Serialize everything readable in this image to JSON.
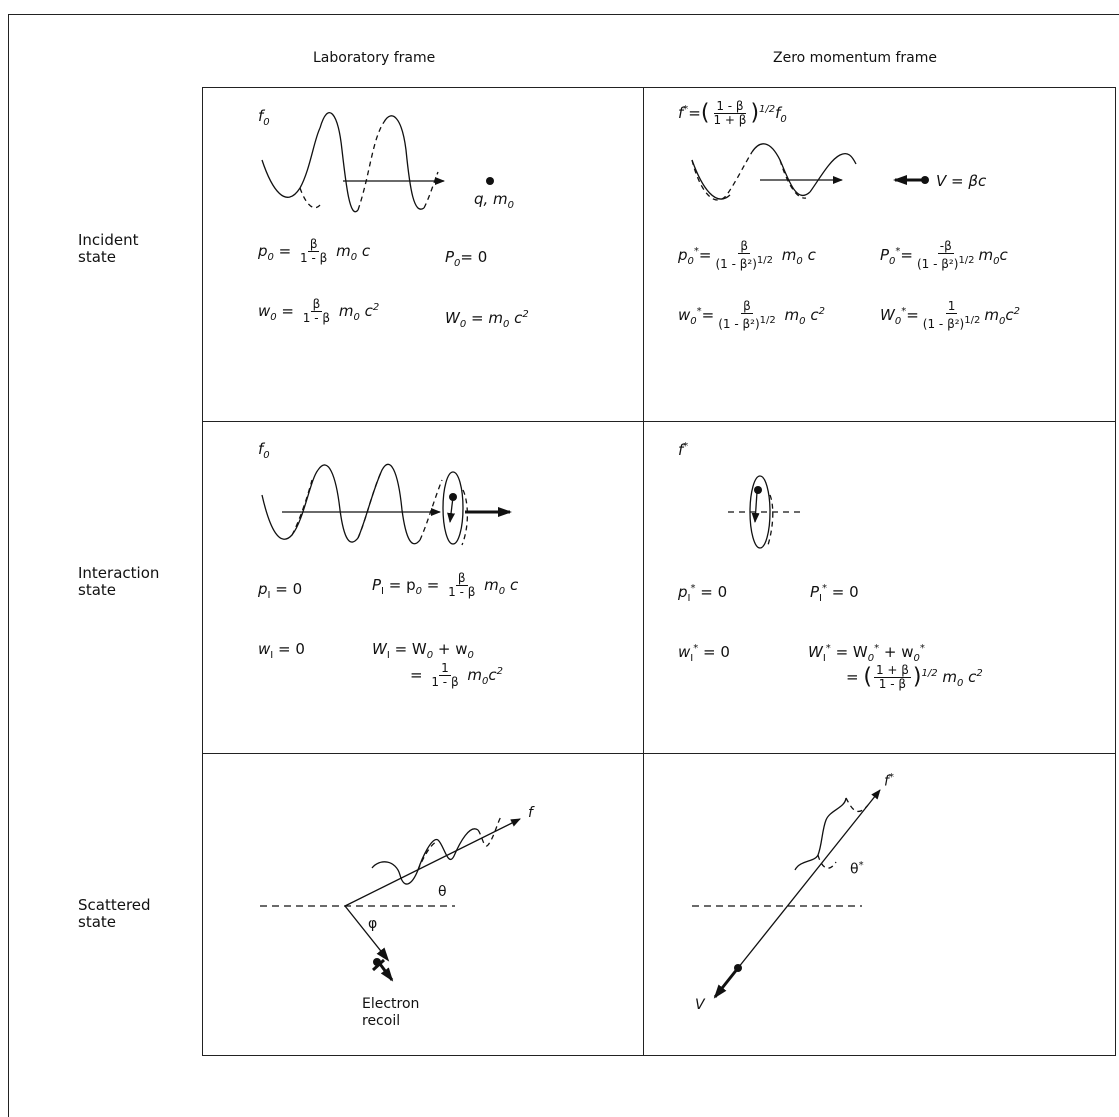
{
  "headers": {
    "laboratory": "Laboratory frame",
    "zero_momentum": "Zero momentum frame"
  },
  "rows": {
    "incident": [
      "Incident",
      "state"
    ],
    "interaction": [
      "Interaction",
      "state"
    ],
    "scattered": [
      "Scattered",
      "state"
    ]
  },
  "lab_incident": {
    "f0": "f",
    "charge_mass": "q, m",
    "p0_lhs": "p",
    "P0_lhs": "P",
    "P0_rhs": "= 0",
    "w0_lhs": "w",
    "W0_lhs": "W",
    "W0_rhs": "= m",
    "beta": "β",
    "one_minus_beta": "1 - β",
    "m0c": "m",
    "c": "c"
  },
  "zm_incident": {
    "f_star": "f",
    "f_star_num": "1 - β",
    "f_star_den": "1 + β",
    "power_half": "1/2",
    "V_label": "V = βc",
    "p0s_num": "β",
    "P0s_num": "-β",
    "w0s_num": "β",
    "W0s_num": "1",
    "den": "(1 - β²)",
    "den_power": "1/2"
  },
  "lab_interaction": {
    "f0": "f",
    "pI": "= 0",
    "PI": "= p",
    "PI_rhs_num": "β",
    "PI_rhs_den": "1 - β",
    "wI": "= 0",
    "WI": "= W",
    "WI_plus": "+ w",
    "WI_line2_num": "1",
    "WI_line2_den": "1 - β"
  },
  "zm_interaction": {
    "f_star": "f",
    "pIs": "= 0",
    "PIs": "= 0",
    "wIs": "= 0",
    "WIs": "= W",
    "WIs_plus": "+ w",
    "WIs_line2_num": "1 + β",
    "WIs_line2_den": "1 - β"
  },
  "lab_scattered": {
    "f": "f",
    "theta": "θ",
    "phi": "φ",
    "electron": "Electron",
    "recoil": "recoil"
  },
  "zm_scattered": {
    "f_star": "f",
    "theta_star": "θ",
    "V": "V"
  }
}
